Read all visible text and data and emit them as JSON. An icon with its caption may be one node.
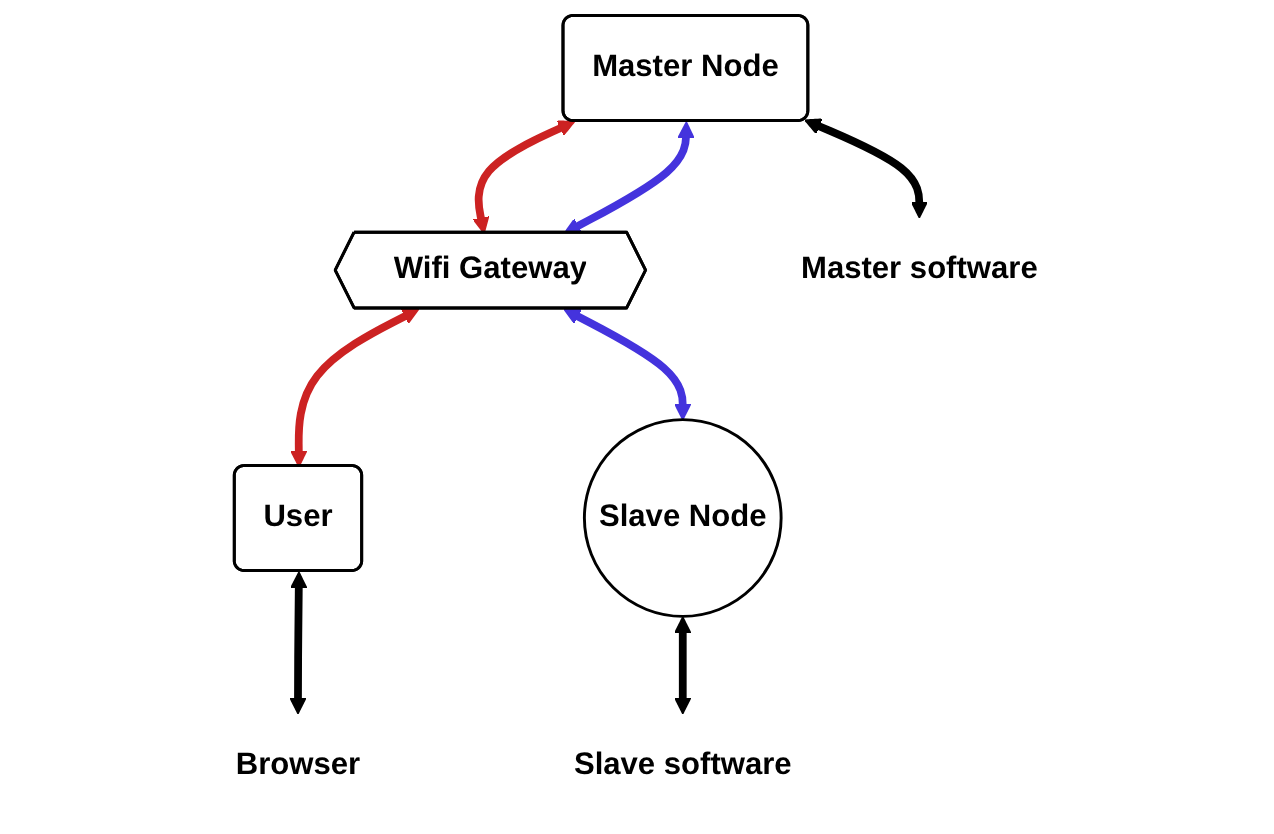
{
  "diagram": {
    "nodes": [
      {
        "text": [
          "Wifi Gateway"
        ]
      },
      {
        "text": [
          "User"
        ]
      },
      {
        "text": [
          "Master Node"
        ]
      },
      {
        "text": [
          "Slave Node"
        ]
      },
      {
        "text": [
          "Browser"
        ]
      },
      {
        "text": [
          "Master software"
        ]
      },
      {
        "text": [
          "Slave software"
        ]
      }
    ],
    "edges": [
      {
        "from": 0,
        "to": 1,
        "arrow": "both",
        "color": "#cc2222"
      },
      {
        "from": 2,
        "to": 0,
        "arrow": "both",
        "color": "#cc2222"
      },
      {
        "from": 2,
        "to": 0,
        "arrow": "both",
        "color": "#4433dd"
      },
      {
        "from": 0,
        "to": 3,
        "arrow": "both",
        "color": "#4433dd"
      },
      {
        "from": 1,
        "to": 4,
        "arrow": "both"
      },
      {
        "from": 2,
        "to": 5,
        "arrow": "both"
      },
      {
        "from": 3,
        "to": 6,
        "arrow": "both"
      }
    ]
  }
}
